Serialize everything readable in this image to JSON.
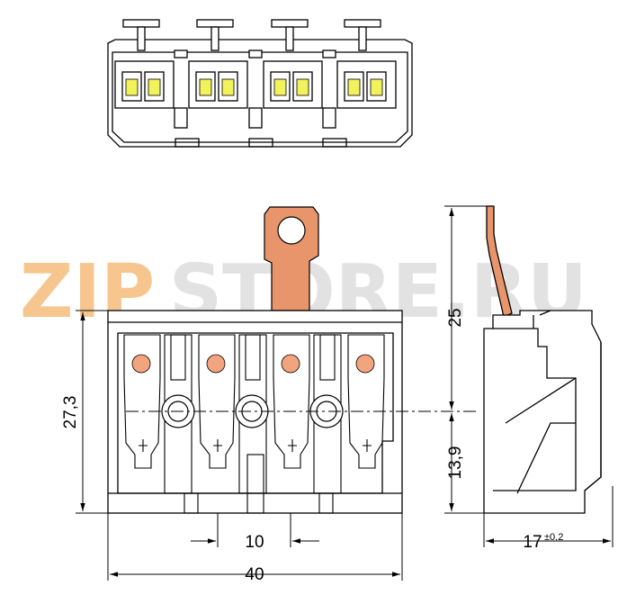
{
  "watermark": {
    "text_left": "ZIP",
    "text_right": "STORE.RU",
    "color_left": "#f5b36a",
    "color_right": "#d9d9d9"
  },
  "colors": {
    "outline": "#000000",
    "body_fill": "#ffffff",
    "contact_plate": "#e8956b",
    "contact_dot": "#f2a47e",
    "led_yellow": "#f2f25c"
  },
  "dimensions": {
    "height_total": "27,3",
    "pin_height": "25",
    "axis_height": "13,9",
    "pitch": "10",
    "width": "40",
    "depth": "17",
    "depth_tolerance": "±0,2"
  }
}
